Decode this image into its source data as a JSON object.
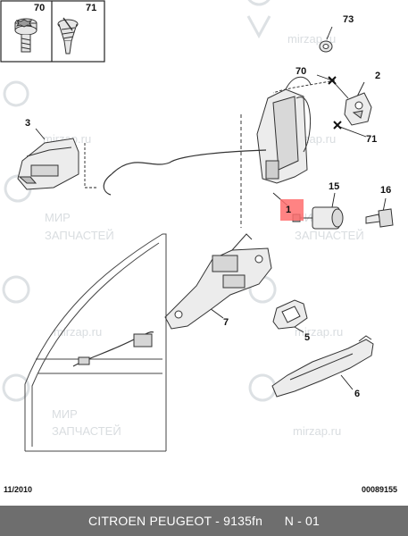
{
  "watermark": {
    "site": "mirzap.ru",
    "line1": "МИР",
    "line2": "ЗАПЧАСТЕЙ"
  },
  "colors": {
    "part_line": "#333333",
    "part_fill": "#ececec",
    "highlight": "#ff6d6d",
    "watermark": "#d9dde0",
    "caption_bg": "#6e6e6e"
  },
  "inset": {
    "left_label": "70",
    "right_label": "71"
  },
  "callouts": {
    "p73": "73",
    "p70": "70",
    "p2": "2",
    "p71": "71",
    "p3": "3",
    "p1": "1",
    "p15": "15",
    "p16": "16",
    "p7": "7",
    "p5": "5",
    "p6": "6"
  },
  "footer": {
    "date": "11/2010",
    "code": "00089155"
  },
  "caption": {
    "brand": "CITROEN PEUGEOT",
    "separator": " - ",
    "part_code": "9135fn",
    "variant": "N - 01"
  }
}
